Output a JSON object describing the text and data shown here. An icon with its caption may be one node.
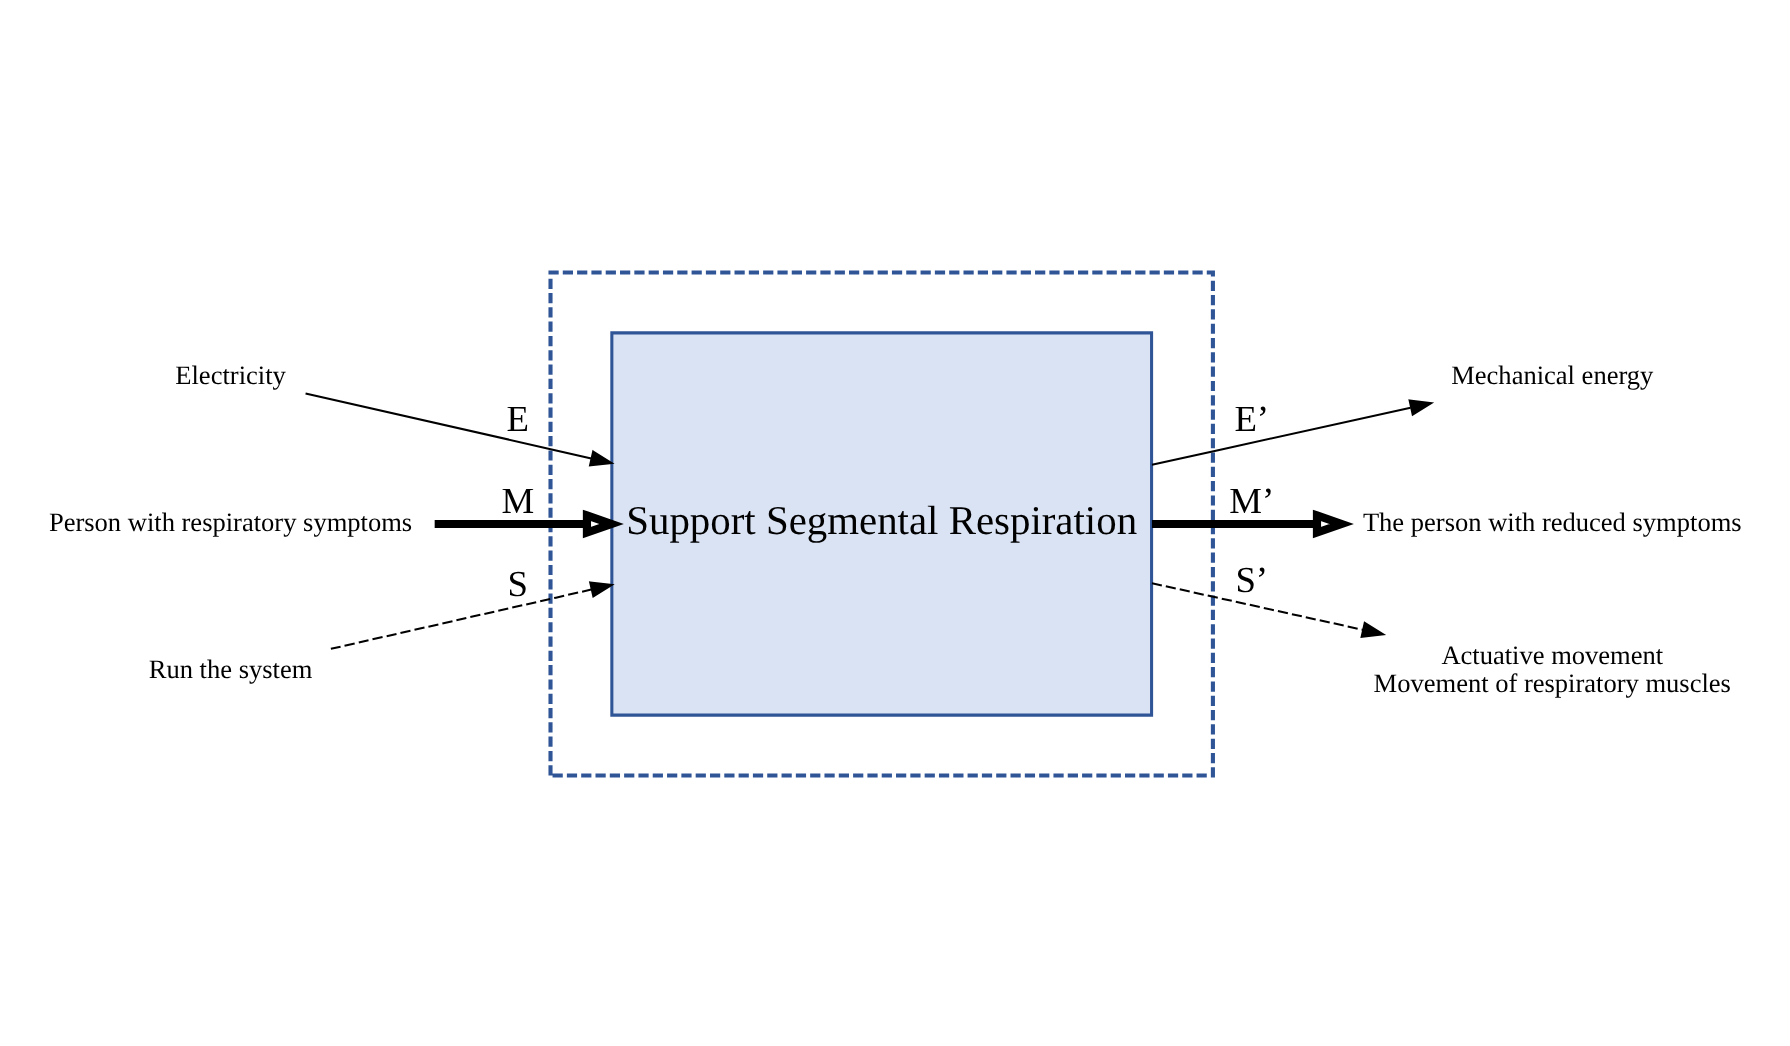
{
  "diagram": {
    "nodes": [
      {
        "text": [],
        "shape": "box"
      },
      {
        "text": [
          "Support Segmental Respiration"
        ],
        "in": 0
      },
      {
        "text": [
          "Electricity"
        ]
      },
      {
        "text": [
          "Person with respiratory symptoms"
        ]
      },
      {
        "text": [
          "Run the system"
        ]
      },
      {
        "text": [
          "Mechanical energy"
        ]
      },
      {
        "text": [
          "The person with reduced symptoms"
        ]
      },
      {
        "text": [
          "Actuative movement",
          "Movement of respiratory muscles"
        ]
      }
    ],
    "edges": [
      {
        "from": 2,
        "to": 1,
        "arrow": "to",
        "label": "E"
      },
      {
        "from": 3,
        "to": 1,
        "arrow": "to",
        "label": "M",
        "style": "thick"
      },
      {
        "from": 4,
        "to": 1,
        "arrow": "to",
        "label": "S",
        "style": "dashed"
      },
      {
        "from": 1,
        "to": 5,
        "arrow": "to",
        "label": "E’"
      },
      {
        "from": 1,
        "to": 6,
        "arrow": "to",
        "label": "M’",
        "style": "thick"
      },
      {
        "from": 1,
        "to": 7,
        "arrow": "to",
        "label": "S’",
        "style": "dashed"
      }
    ]
  }
}
